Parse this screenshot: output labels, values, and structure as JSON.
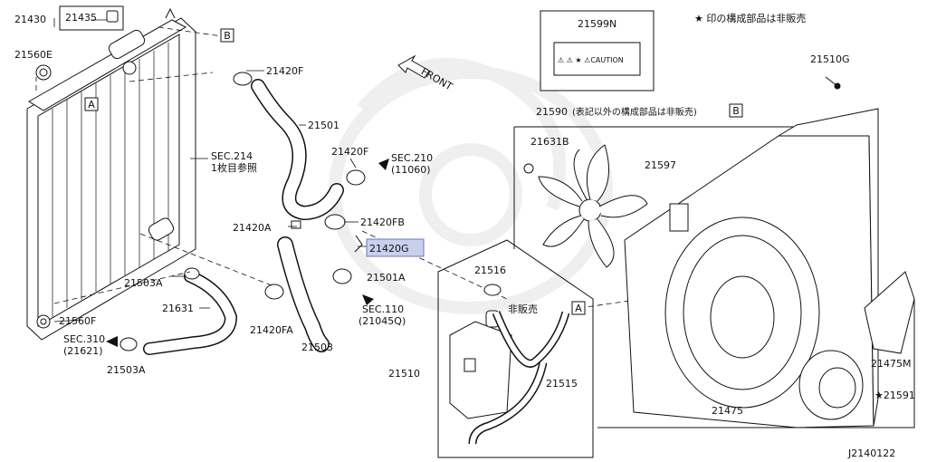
{
  "diagram_id": "J2140122",
  "legend_note": "★ 印の構成部品は非販売",
  "caution_sign": {
    "part_no": "21599N",
    "text": "⚠ ⚠ ★ ⚠CAUTION"
  },
  "labels": {
    "p21430": "21430",
    "p21435": "21435",
    "p21560E": "21560E",
    "p21420F_top": "21420F",
    "p21501": "21501",
    "p21420F_mid": "21420F",
    "sec210": "SEC.210",
    "sec210_ref": "(11060)",
    "sec214": "SEC.214",
    "sec214_note": "1枚目参照",
    "p21420A": "21420A",
    "p21420FB": "21420FB",
    "p21420G": "21420G",
    "p21501A": "21501A",
    "sec110": "SEC.110",
    "sec110_ref": "(21045Q)",
    "p21503A_upper": "21503A",
    "p21631": "21631",
    "p21420FA": "21420FA",
    "p21503": "21503",
    "p21560F": "21560F",
    "sec310": "SEC.310",
    "sec310_ref": "(21621)",
    "p21503A_lower": "21503A",
    "front": "FRONT",
    "p21516": "21516",
    "hihanbai": "非販売",
    "p21510": "21510",
    "p21515": "21515",
    "p21590": "21590",
    "p21590_note": "(表記以外の構成部品は非販売)",
    "p21631B": "21631B",
    "p21597": "21597",
    "p21510G": "21510G",
    "p21475M": "21475M",
    "p21591": "★21591",
    "p21475": "21475",
    "ref_a_top": "A",
    "ref_b_top": "B",
    "ref_a_tank": "A",
    "ref_b_shroud": "B"
  }
}
